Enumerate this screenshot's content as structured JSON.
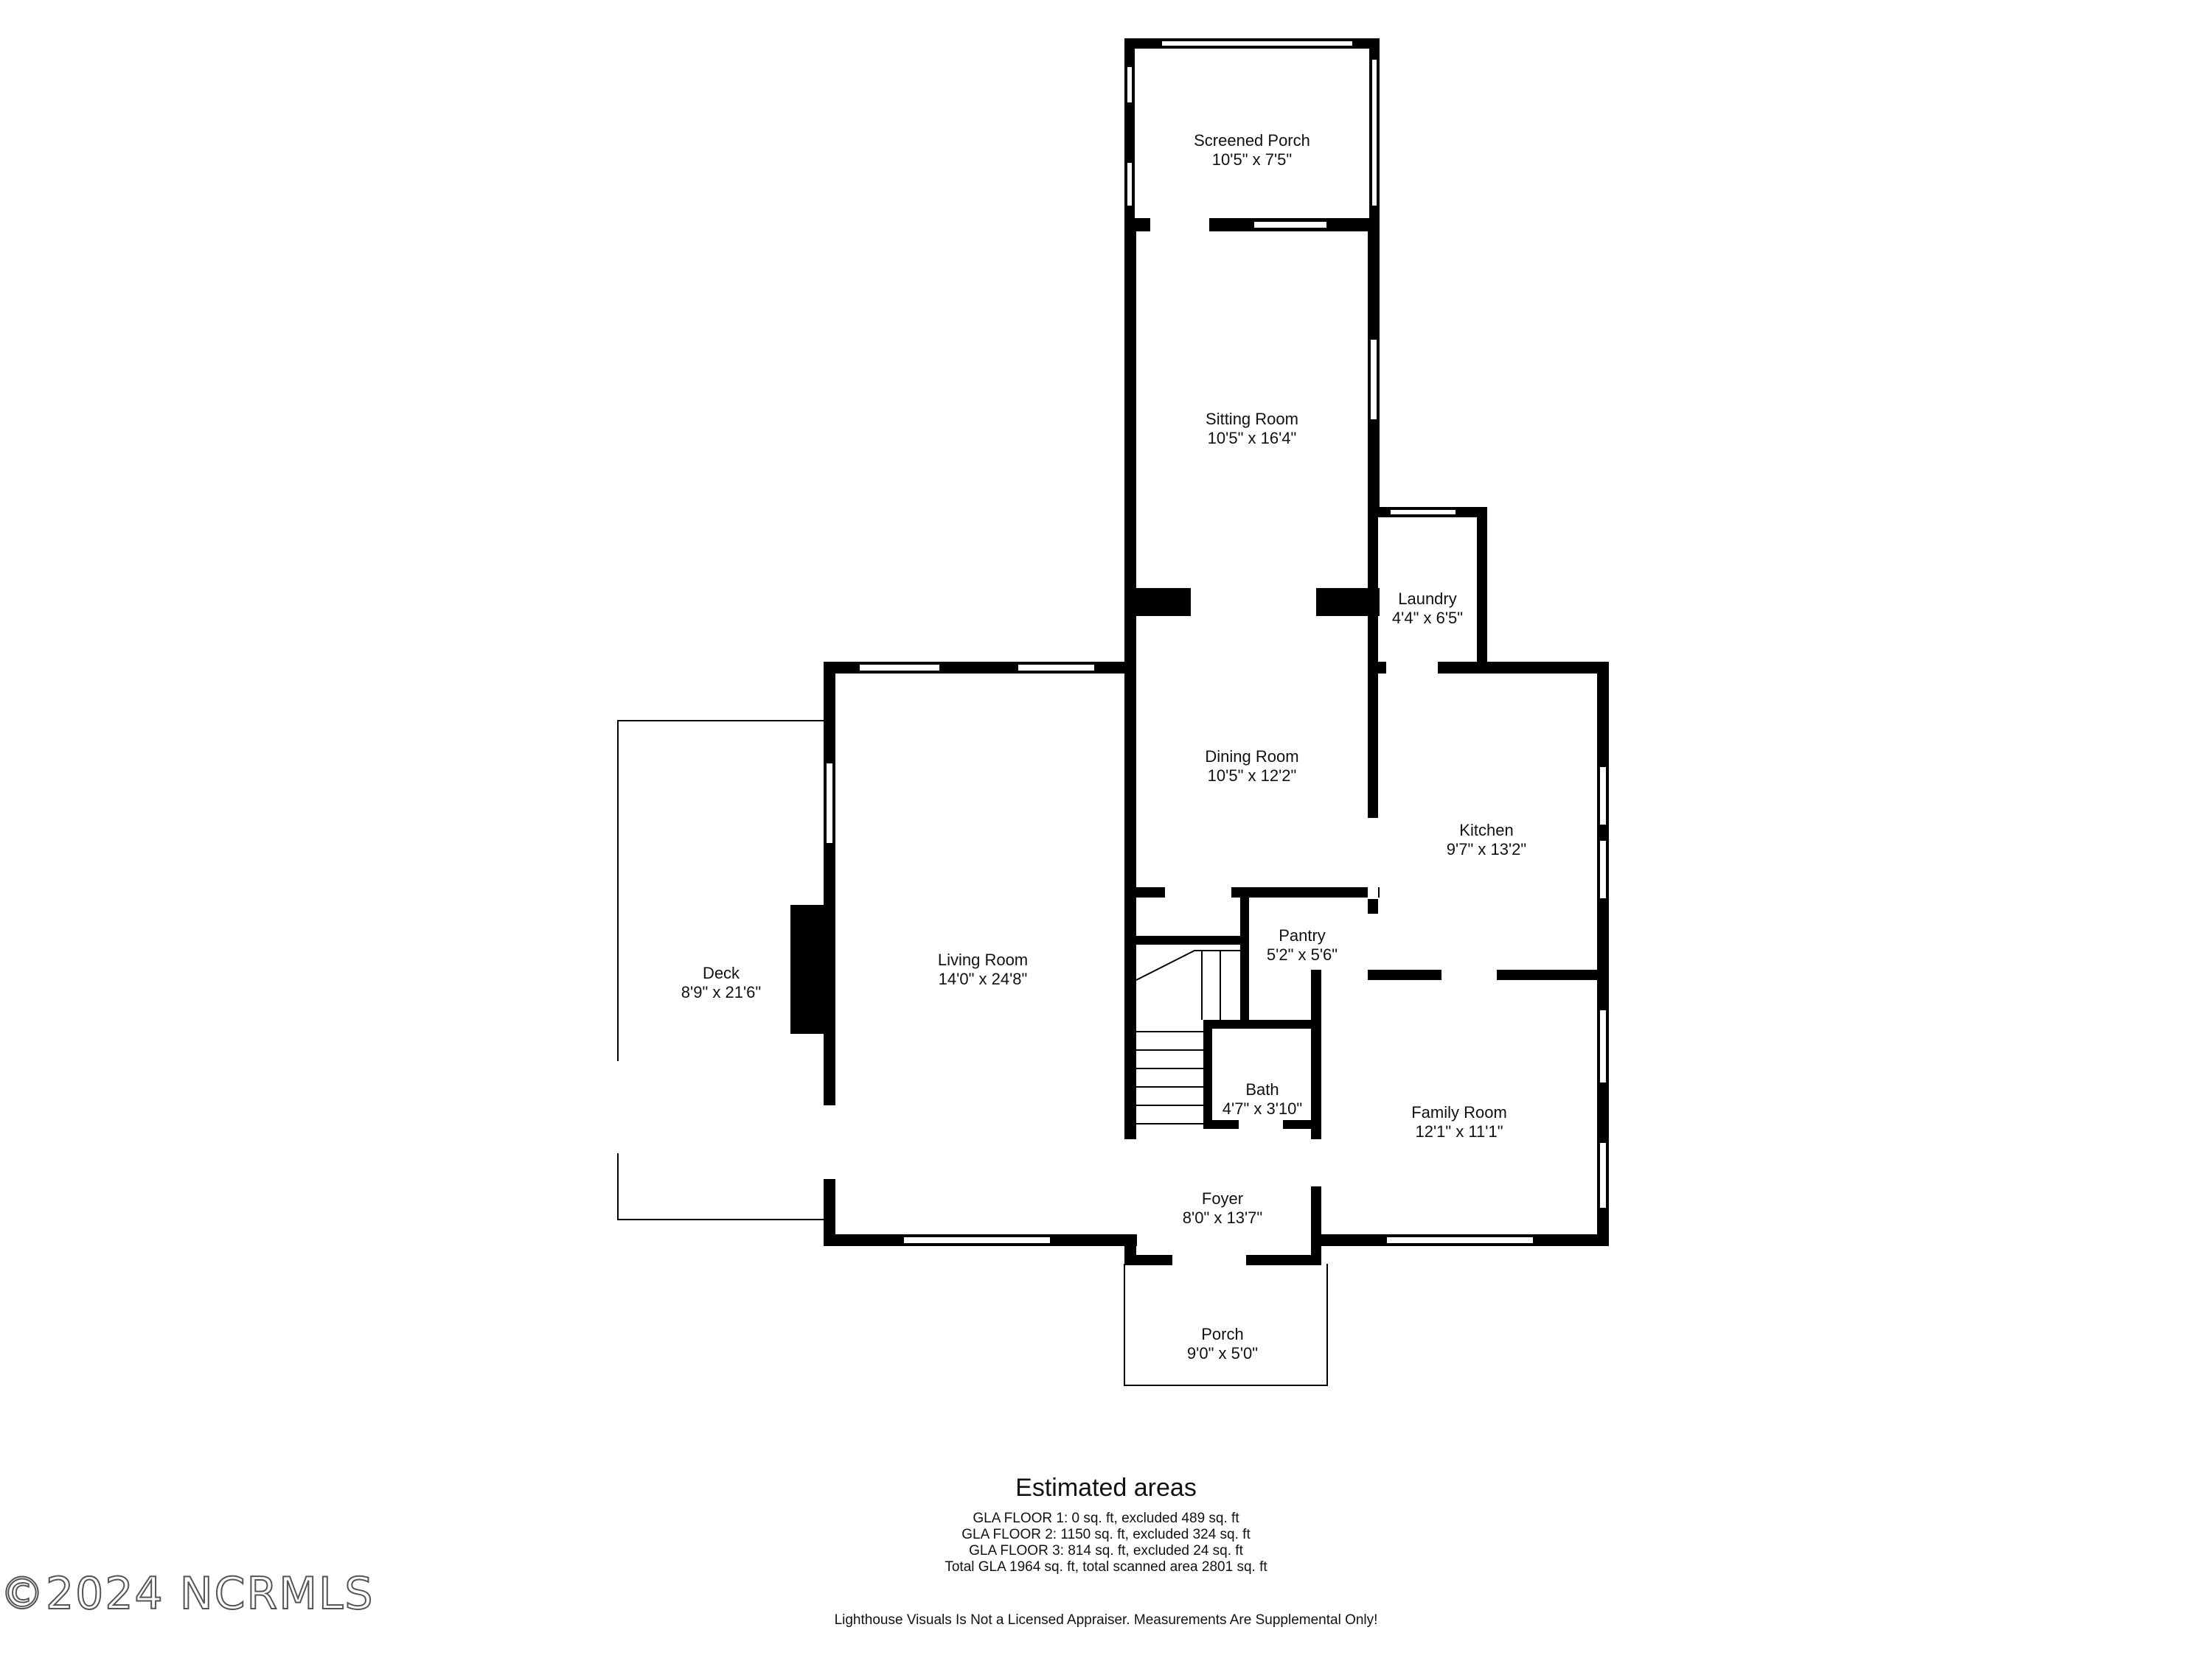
{
  "rooms": [
    {
      "name": "Screened Porch",
      "dims": "10'5\" x 7'5\""
    },
    {
      "name": "Sitting Room",
      "dims": "10'5\" x 16'4\""
    },
    {
      "name": "Laundry",
      "dims": "4'4\" x 6'5\""
    },
    {
      "name": "Dining Room",
      "dims": "10'5\" x 12'2\""
    },
    {
      "name": "Kitchen",
      "dims": "9'7\" x 13'2\""
    },
    {
      "name": "Deck",
      "dims": "8'9\" x 21'6\""
    },
    {
      "name": "Living Room",
      "dims": "14'0\" x 24'8\""
    },
    {
      "name": "Pantry",
      "dims": "5'2\" x 5'6\""
    },
    {
      "name": "Bath",
      "dims": "4'7\" x 3'10\""
    },
    {
      "name": "Family Room",
      "dims": "12'1\" x 11'1\""
    },
    {
      "name": "Foyer",
      "dims": "8'0\" x 13'7\""
    },
    {
      "name": "Porch",
      "dims": "9'0\" x 5'0\""
    }
  ],
  "areas": {
    "title": "Estimated areas",
    "lines": [
      "GLA FLOOR 1: 0 sq. ft, excluded 489 sq. ft",
      "GLA FLOOR 2: 1150 sq. ft, excluded 324 sq. ft",
      "GLA FLOOR 3: 814 sq. ft, excluded 24 sq. ft",
      "Total GLA 1964 sq. ft, total scanned area 2801 sq. ft"
    ]
  },
  "copyright": "©2024 NCRMLS",
  "disclaimer": "Lighthouse Visuals Is Not a Licensed Appraiser. Measurements Are Supplemental Only!"
}
